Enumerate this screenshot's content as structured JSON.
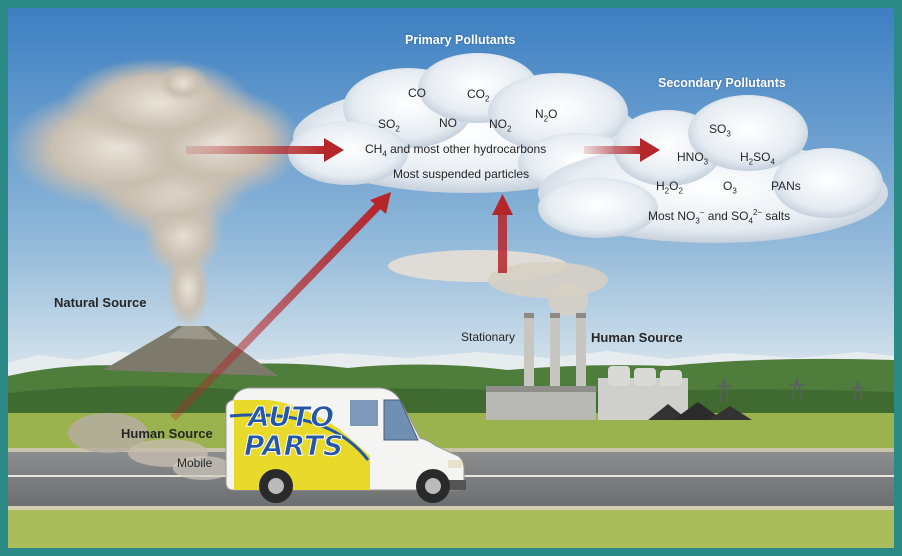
{
  "primary": {
    "title": "Primary Pollutants",
    "co": "CO",
    "co2": {
      "base": "CO",
      "sub": "2"
    },
    "n2o": {
      "base": "N",
      "sub": "2",
      "tail": "O"
    },
    "so2": {
      "base": "SO",
      "sub": "2"
    },
    "no": "NO",
    "no2": {
      "base": "NO",
      "sub": "2"
    },
    "ch4": {
      "base": "CH",
      "sub": "4",
      "tail": " and most other hydrocarbons"
    },
    "particles": "Most suspended particles"
  },
  "secondary": {
    "title": "Secondary Pollutants",
    "so3": {
      "base": "SO",
      "sub": "3"
    },
    "hno3": {
      "base": "HNO",
      "sub": "3"
    },
    "h2so4": {
      "b1": "H",
      "s1": "2",
      "b2": "SO",
      "s2": "4"
    },
    "h2o2": {
      "b1": "H",
      "s1": "2",
      "b2": "O",
      "s2": "2"
    },
    "o3": {
      "base": "O",
      "sub": "3"
    },
    "pans": "PANs",
    "salts": {
      "b1": "Most NO",
      "s1": "3",
      "p1": "−",
      "mid": " and SO",
      "s2": "4",
      "p2": "2−",
      "tail": " salts"
    }
  },
  "sources": {
    "natural": "Natural Source",
    "human_stationary": "Human Source",
    "stationary": "Stationary",
    "human_mobile": "Human Source",
    "mobile": "Mobile"
  },
  "van": {
    "line1": "AUTO",
    "line2": "PARTS"
  },
  "colors": {
    "arrow": "#b5262a",
    "sky_top": "#3f83c4",
    "sky_bottom": "#d9e6ee",
    "van_yellow": "#e9d92a",
    "van_blue": "#2458a6"
  }
}
